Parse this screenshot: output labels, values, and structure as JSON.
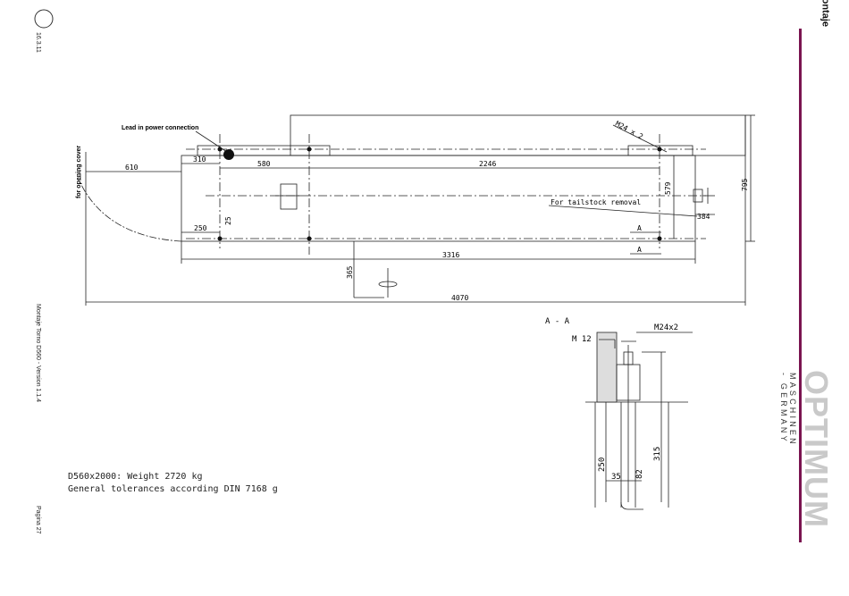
{
  "page": {
    "date": "16.3.11",
    "doc_title": "Montaje Torno D560 - Version 1.1.4",
    "page_label": "Pagina 27",
    "section": "Montaje",
    "brand": "OPTIMUM",
    "brand_sub": "MASCHINEN - GERMANY"
  },
  "drawing": {
    "lead_in": "Lead in power connection",
    "opening_cover": "for opening cover",
    "bolt_label": "M24 x 2",
    "tailstock": "For tailstock removal",
    "dims": {
      "d310": "310",
      "d610": "610",
      "d580": "580",
      "d2246": "2246",
      "d579": "579",
      "d795": "795",
      "d384": "384",
      "d250": "250",
      "d25": "25",
      "d3316": "3316",
      "d365": "365",
      "d4070": "4070"
    },
    "section_a_marker": "A",
    "detail": {
      "title": "A - A",
      "m12": "M 12",
      "m24": "M24x2",
      "d250": "250",
      "d315": "315",
      "d35": "35",
      "d82": "82"
    }
  },
  "notes": {
    "line1": "D560x2000: Weight  2720 kg",
    "line2": "General tolerances according DIN 7168 g"
  }
}
